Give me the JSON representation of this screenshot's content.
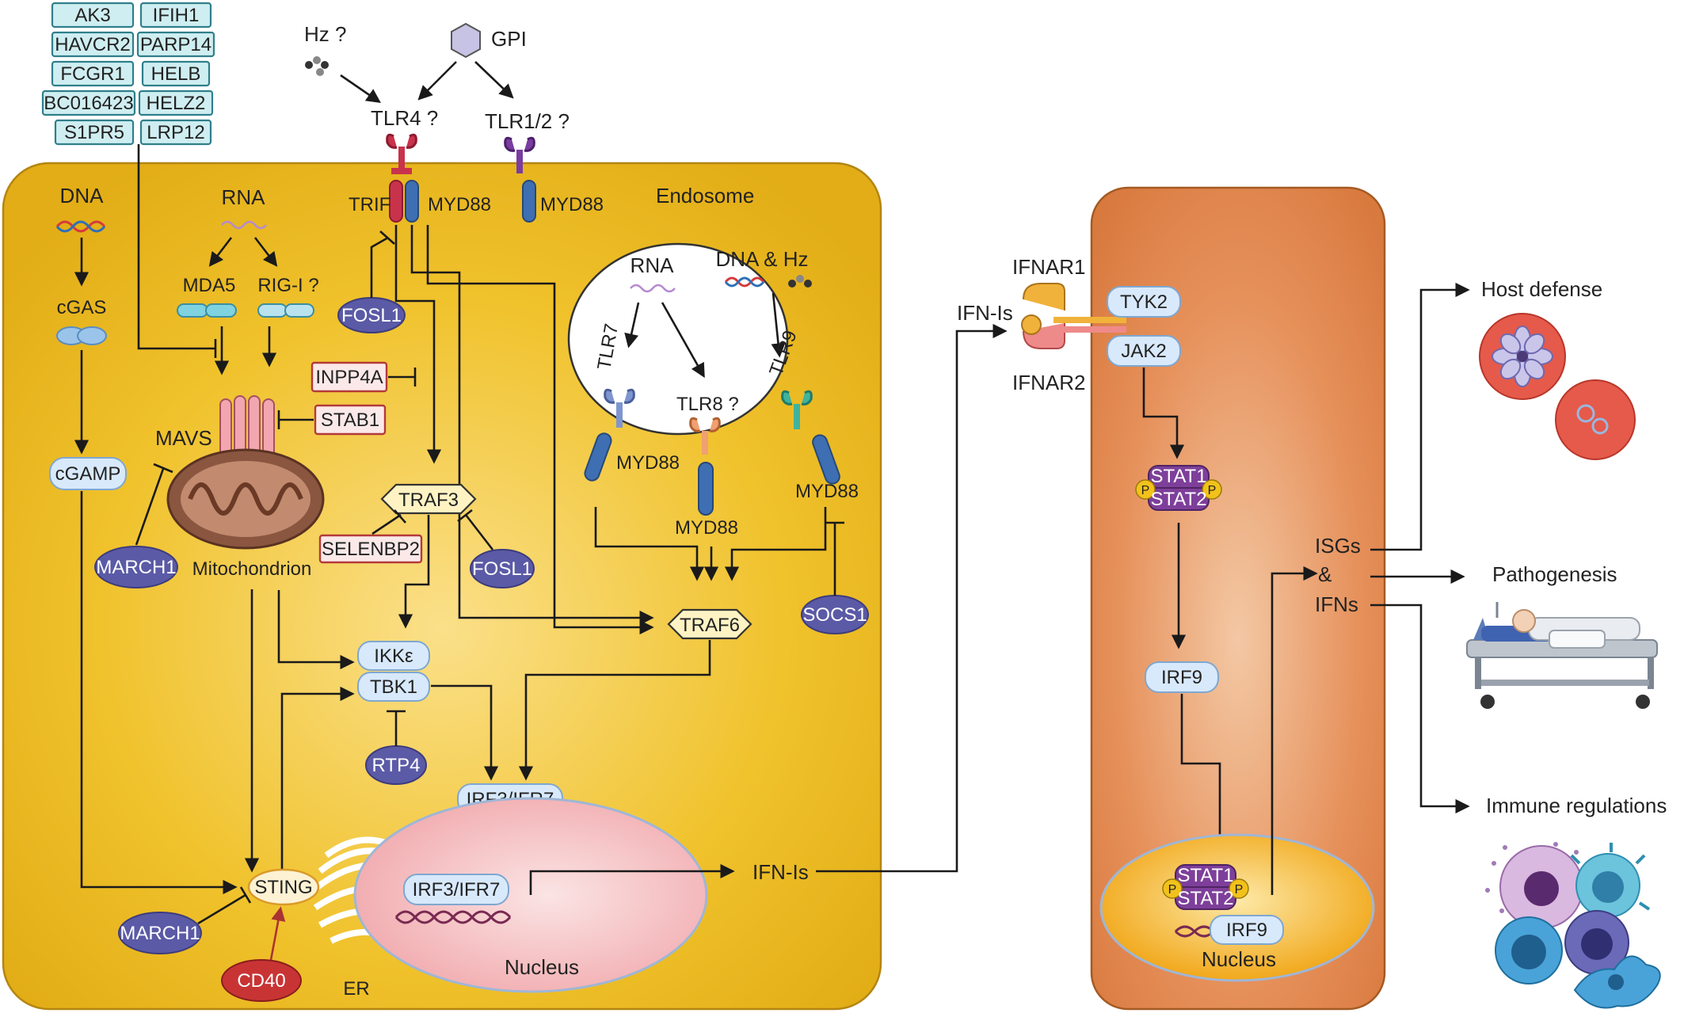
{
  "gene_list": {
    "left": [
      "AK3",
      "HAVCR2",
      "FCGR1",
      "BC016423",
      "S1PR5"
    ],
    "right": [
      "IFIH1",
      "PARP14",
      "HELB",
      "HELZ2",
      "LRP12"
    ]
  },
  "ligands": {
    "hz": "Hz ?",
    "gpi": "GPI"
  },
  "receptors": {
    "tlr4": "TLR4 ?",
    "tlr12": "TLR1/2 ?",
    "trif": "TRIF",
    "myd88": "MYD88"
  },
  "cytosol": {
    "dna": "DNA",
    "cgas": "cGAS",
    "cgamp": "cGAMP",
    "rna": "RNA",
    "mda5": "MDA5",
    "rigi": "RIG-I ?",
    "mavs": "MAVS",
    "mitochondrion": "Mitochondrion",
    "traf3": "TRAF3",
    "traf6": "TRAF6",
    "ikke": "IKKε",
    "tbk1": "TBK1",
    "irf3_irf7": "IRF3/IFR7",
    "sting": "STING",
    "er": "ER",
    "nucleus": "Nucleus"
  },
  "endosome": {
    "title": "Endosome",
    "rna": "RNA",
    "dna_hz": "DNA & Hz",
    "tlr7": "TLR7",
    "tlr8": "TLR8 ?",
    "tlr9": "TLR9",
    "myd88": "MYD88"
  },
  "regulators": {
    "fosl1": "FOSL1",
    "inpp4a": "INPP4A",
    "stab1": "STAB1",
    "selenbp2": "SELENBP2",
    "march1": "MARCH1",
    "rtp4": "RTP4",
    "socs1": "SOCS1",
    "cd40": "CD40"
  },
  "secretion": {
    "ifn_is": "IFN-Is"
  },
  "target_cell": {
    "ifnar1": "IFNAR1",
    "ifnar2": "IFNAR2",
    "ifn_is": "IFN-Is",
    "tyk2": "TYK2",
    "jak2": "JAK2",
    "stat1": "STAT1",
    "stat2": "STAT2",
    "p": "P",
    "irf9": "IRF9",
    "nucleus": "Nucleus"
  },
  "outcomes": {
    "isgs": "ISGs",
    "amp": "&",
    "ifns": "IFNs",
    "host_defense": "Host defense",
    "pathogenesis": "Pathogenesis",
    "immune_regulations": "Immune regulations"
  },
  "colors": {
    "cell_fill": "#f1c232",
    "target_cell_fill": "#e8925a",
    "nucleus_fill": "#f7c6c6",
    "accent_purple": "#5b5aa6",
    "accent_red": "#c83434"
  }
}
